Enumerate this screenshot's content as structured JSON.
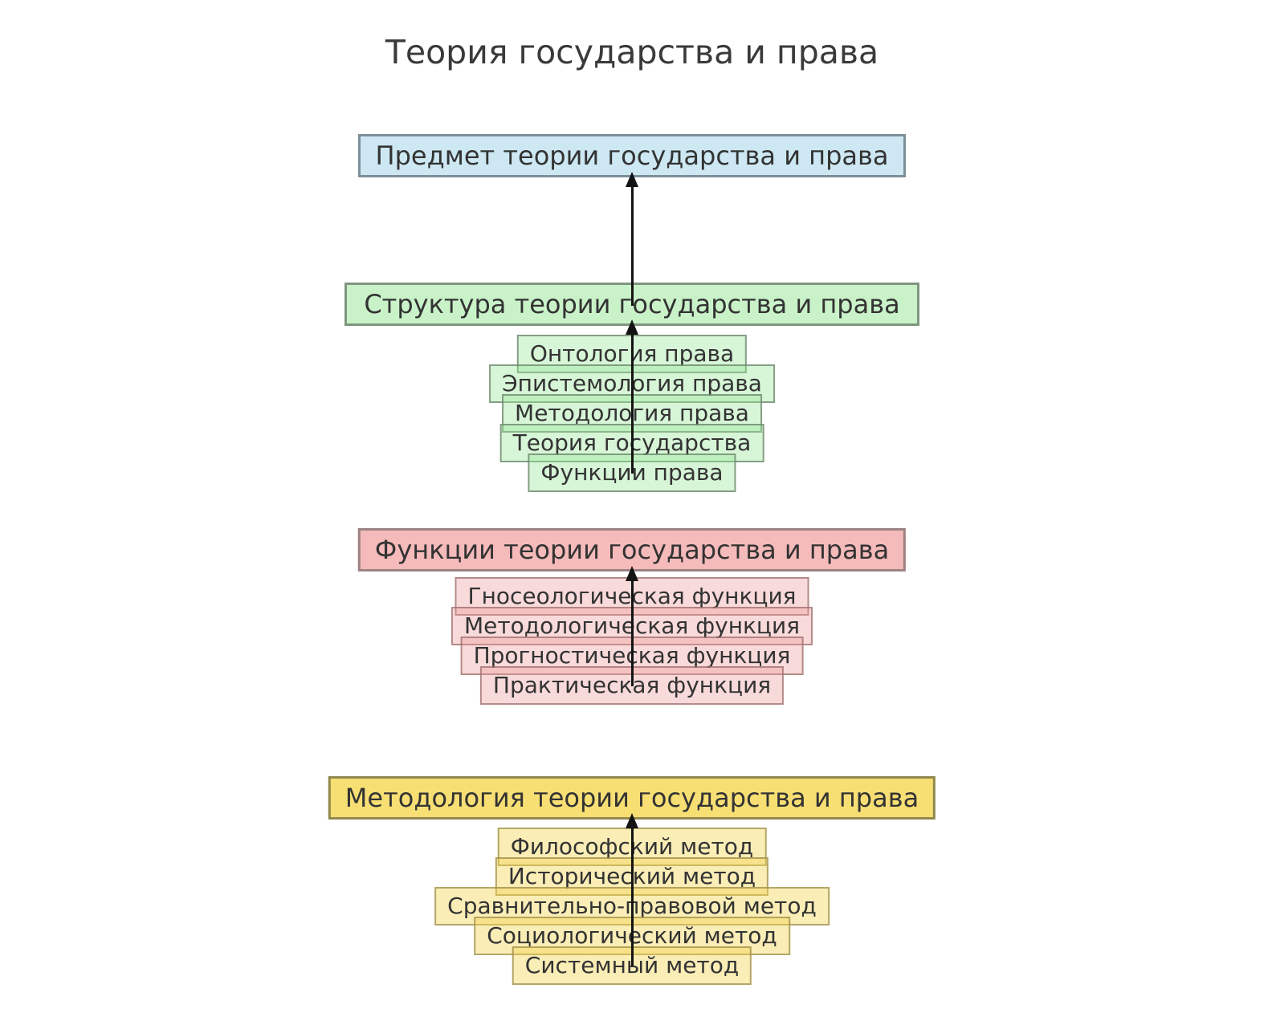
{
  "title": "Теория государства и права",
  "subject": {
    "label": "Предмет теории государства и права"
  },
  "sections": [
    {
      "label": "Структура теории государства и права",
      "items": [
        "Онтология права",
        "Эпистемология права",
        "Методология права",
        "Теория государства",
        "Функции права"
      ]
    },
    {
      "label": "Функции теории государства и права",
      "items": [
        "Гносеологическая функция",
        "Методологическая функция",
        "Прогностическая функция",
        "Практическая функция"
      ]
    },
    {
      "label": "Методология теории государства и права",
      "items": [
        "Философский метод",
        "Исторический метод",
        "Сравнительно-правовой метод",
        "Социологический метод",
        "Системный метод"
      ]
    }
  ],
  "palette": {
    "title_color": "#3a3a3a",
    "text_color": "#333333",
    "arrow_color": "#131313",
    "subject_fill": "#cde8f3",
    "subject_border": "#7e8f99",
    "structure_fill": "#c9f2c9",
    "structure_border": "#7f957f",
    "structure_item_fill": "rgba(150,230,150,0.38)",
    "structure_item_border": "rgba(105,130,105,0.75)",
    "functions_fill": "#f5baba",
    "functions_border": "#9d8383",
    "functions_item_fill": "rgba(238,150,150,0.35)",
    "functions_item_border": "rgba(150,105,105,0.7)",
    "methodology_fill": "#f8df74",
    "methodology_border": "#90894f",
    "methodology_item_fill": "rgba(244,212,80,0.42)",
    "methodology_item_border": "rgba(150,135,70,0.7)"
  }
}
